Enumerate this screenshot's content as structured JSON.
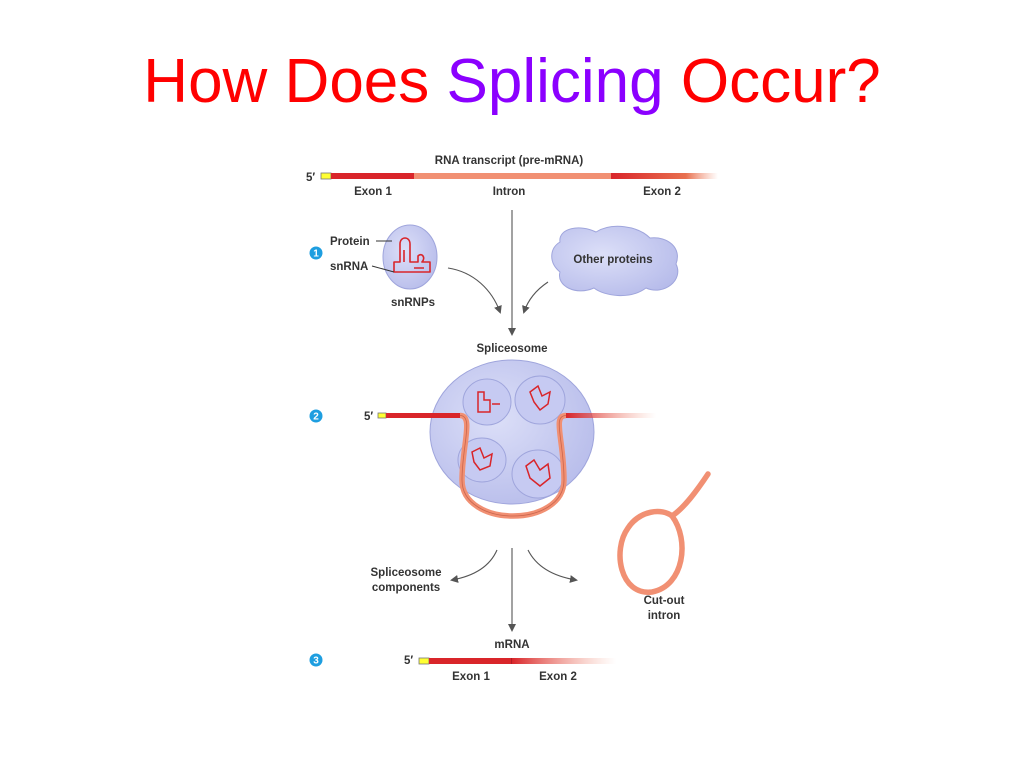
{
  "title": {
    "part1": "How Does ",
    "part2": "Splicing",
    "part3": " Occur?"
  },
  "colors": {
    "title_red": "#ff0000",
    "title_purple": "#8b00ff",
    "exon_red": "#d9252a",
    "intron_salmon": "#f19073",
    "cap_yellow": "#ffff33",
    "protein_lavender": "#c5c9f0",
    "step_blue": "#1e9ee0"
  },
  "diagram": {
    "steps": [
      "1",
      "2",
      "3"
    ],
    "pre_mrna": {
      "label": "RNA transcript (pre-mRNA)",
      "five_prime": "5′",
      "exon1": "Exon 1",
      "intron": "Intron",
      "exon2": "Exon 2"
    },
    "snrnp": {
      "protein": "Protein",
      "snrna": "snRNA",
      "name": "snRNPs"
    },
    "other_proteins": "Other proteins",
    "spliceosome": "Spliceosome",
    "spliceosome_five_prime": "5′",
    "components": [
      "Spliceosome",
      "components"
    ],
    "cut_out_intron": [
      "Cut-out",
      "intron"
    ],
    "mrna": {
      "label": "mRNA",
      "five_prime": "5′",
      "exon1": "Exon 1",
      "exon2": "Exon 2"
    }
  }
}
